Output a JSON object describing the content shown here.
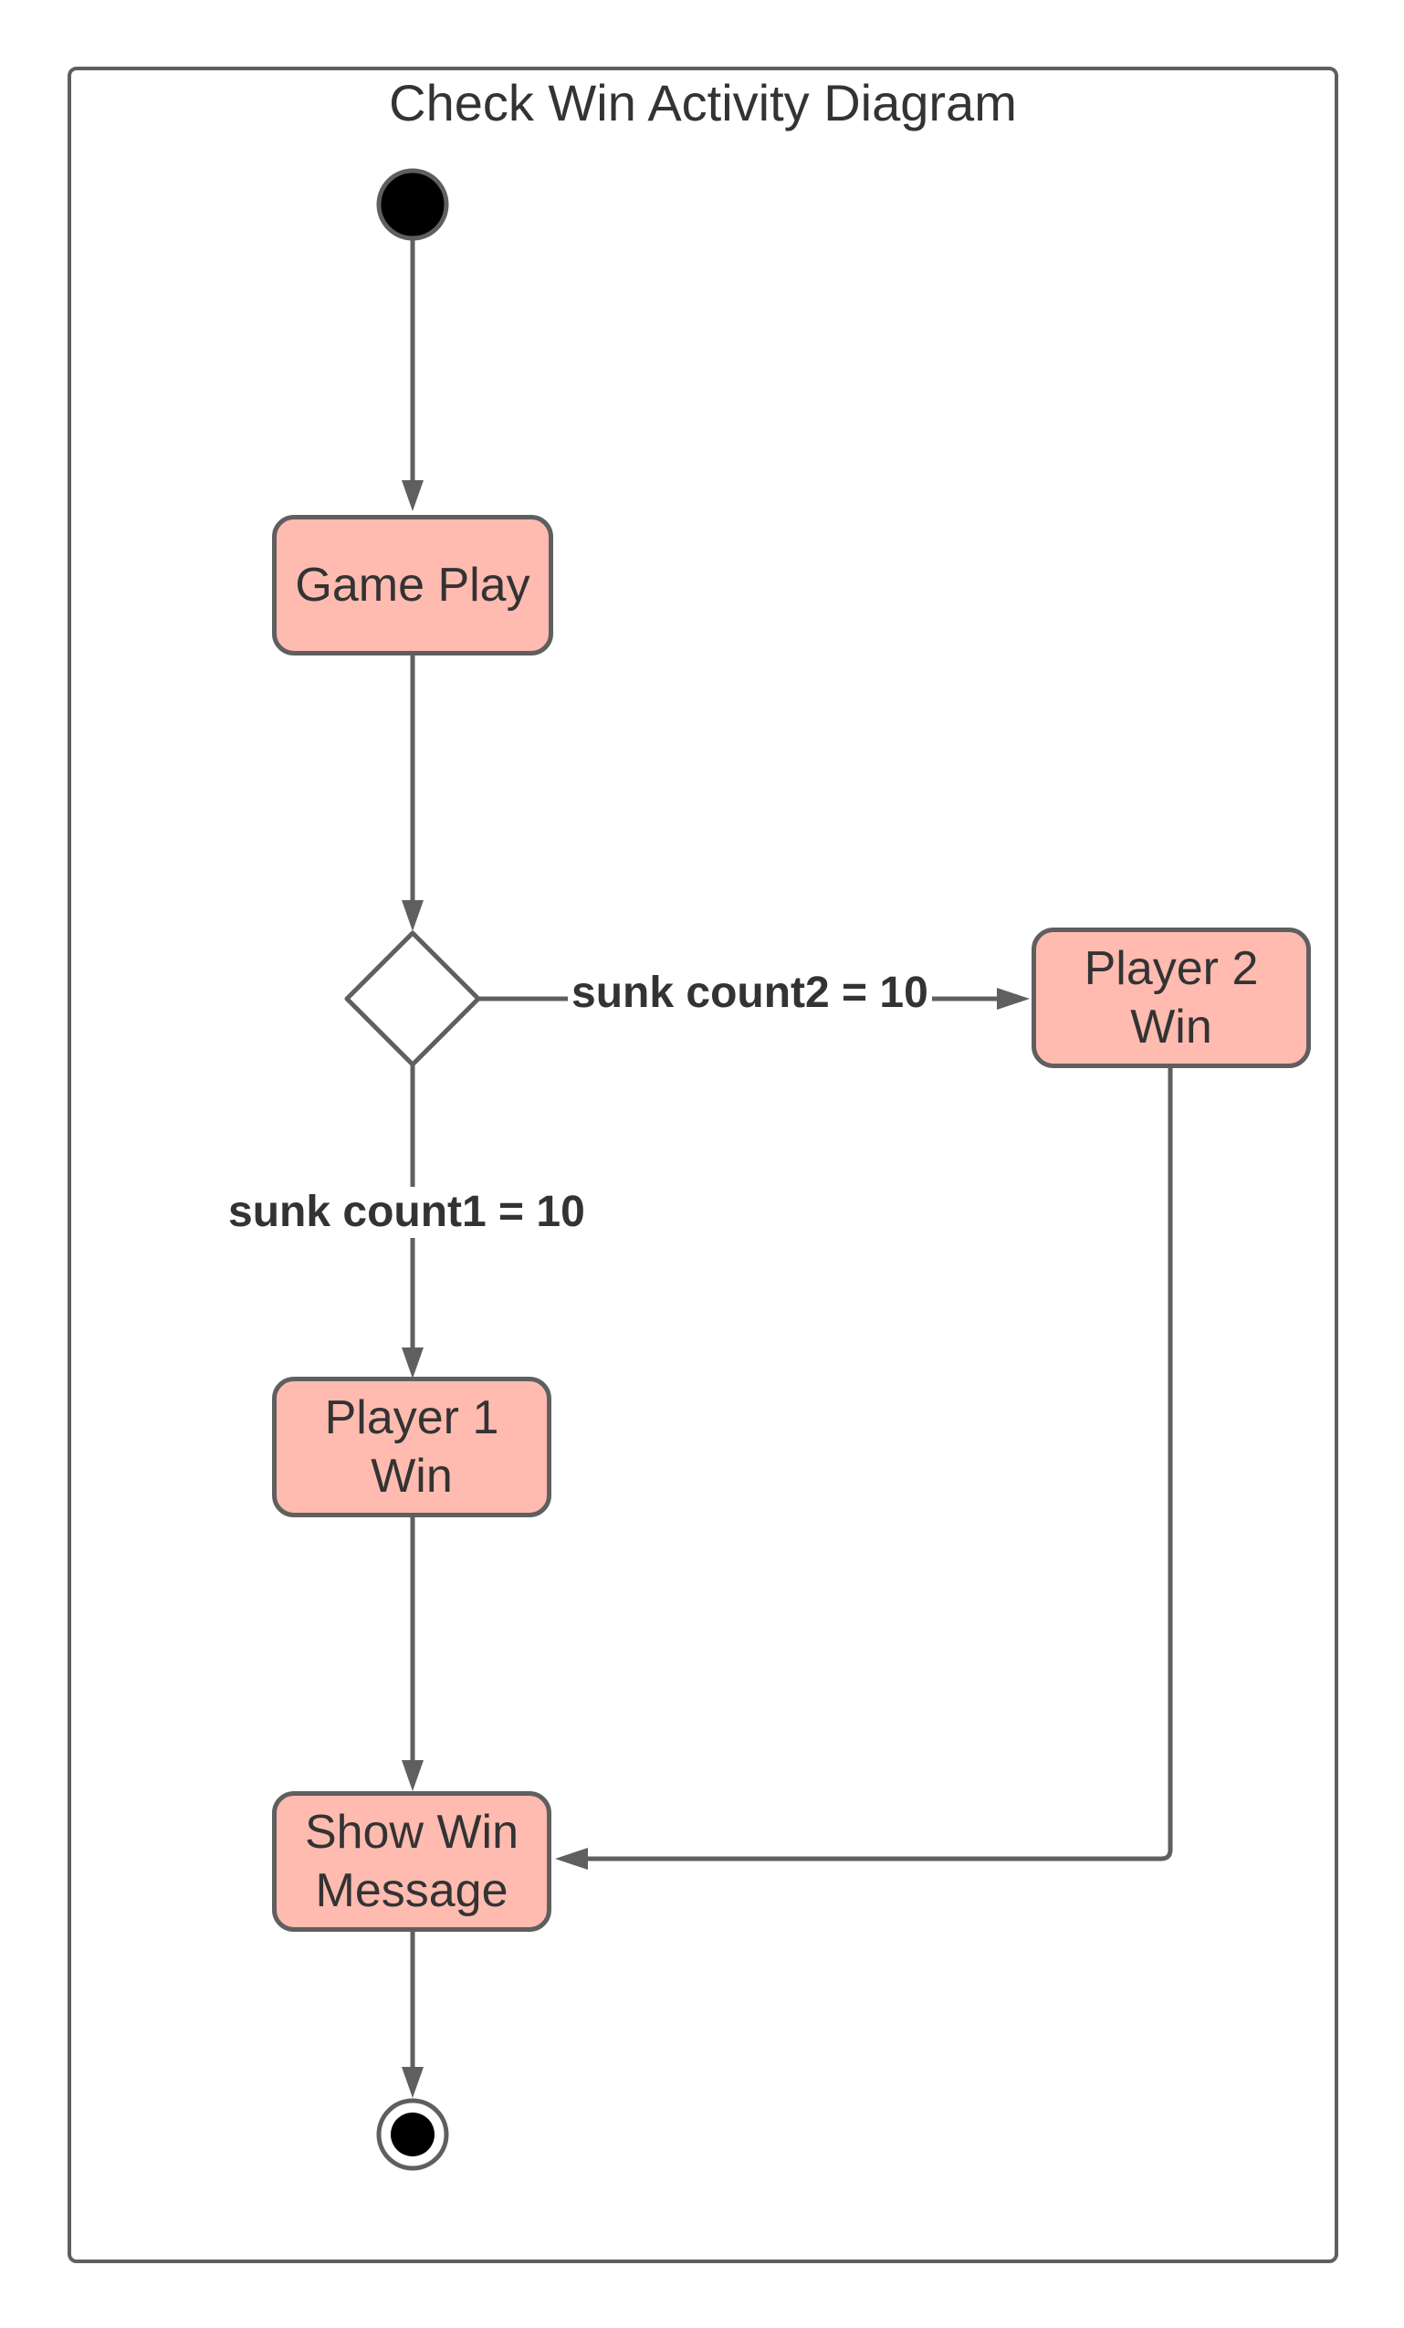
{
  "diagram": {
    "title": "Check Win Activity Diagram",
    "activities": {
      "game_play": "Game Play",
      "player2_win": "Player 2 Win",
      "player1_win": "Player 1 Win",
      "show_win_message": "Show Win Message"
    },
    "guards": {
      "sunk_count2": "sunk count2 = 10",
      "sunk_count1": "sunk count1 = 10"
    },
    "colors": {
      "activity_fill": "#ffbbb0",
      "stroke": "#5f5f5f",
      "text": "#333333",
      "initial_node": "#000000"
    }
  }
}
